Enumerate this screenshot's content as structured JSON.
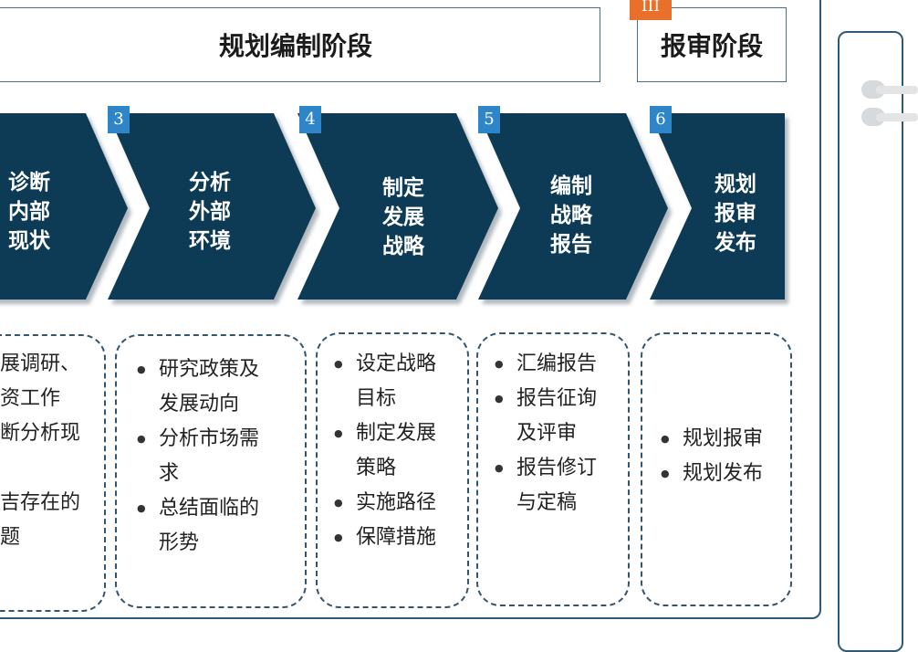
{
  "phases": {
    "plan_title": "规划编制阶段",
    "review_title": "报审阶段",
    "review_badge": "III"
  },
  "stages": [
    {
      "number": "",
      "label": "诊断\n内部\n现状"
    },
    {
      "number": "3",
      "label": "分析\n外部\n环境"
    },
    {
      "number": "4",
      "label": "制定\n发展\n战略"
    },
    {
      "number": "5",
      "label": "编制\n战略\n报告"
    },
    {
      "number": "6",
      "label": "规划\n报审\n发布"
    }
  ],
  "details": [
    {
      "items": [
        "展调研、",
        "资工作",
        "断分析现",
        "",
        "吉存在的",
        "题"
      ]
    },
    {
      "items": [
        "研究政策及",
        "发展动向",
        "分析市场需",
        "求",
        "总结面临的",
        "形势"
      ]
    },
    {
      "items": [
        "设定战略",
        "目标",
        "制定发展",
        "策略",
        "实施路径",
        "保障措施"
      ]
    },
    {
      "items": [
        "汇编报告",
        "报告征询",
        "及评审",
        "报告修订",
        "与定稿"
      ]
    },
    {
      "items": [
        "规划报审",
        "规划发布"
      ]
    }
  ],
  "colors": {
    "chevron": "#0f3a57",
    "badge": "#2e86c9",
    "accent": "#e8702a",
    "border": "#2f5a76"
  }
}
